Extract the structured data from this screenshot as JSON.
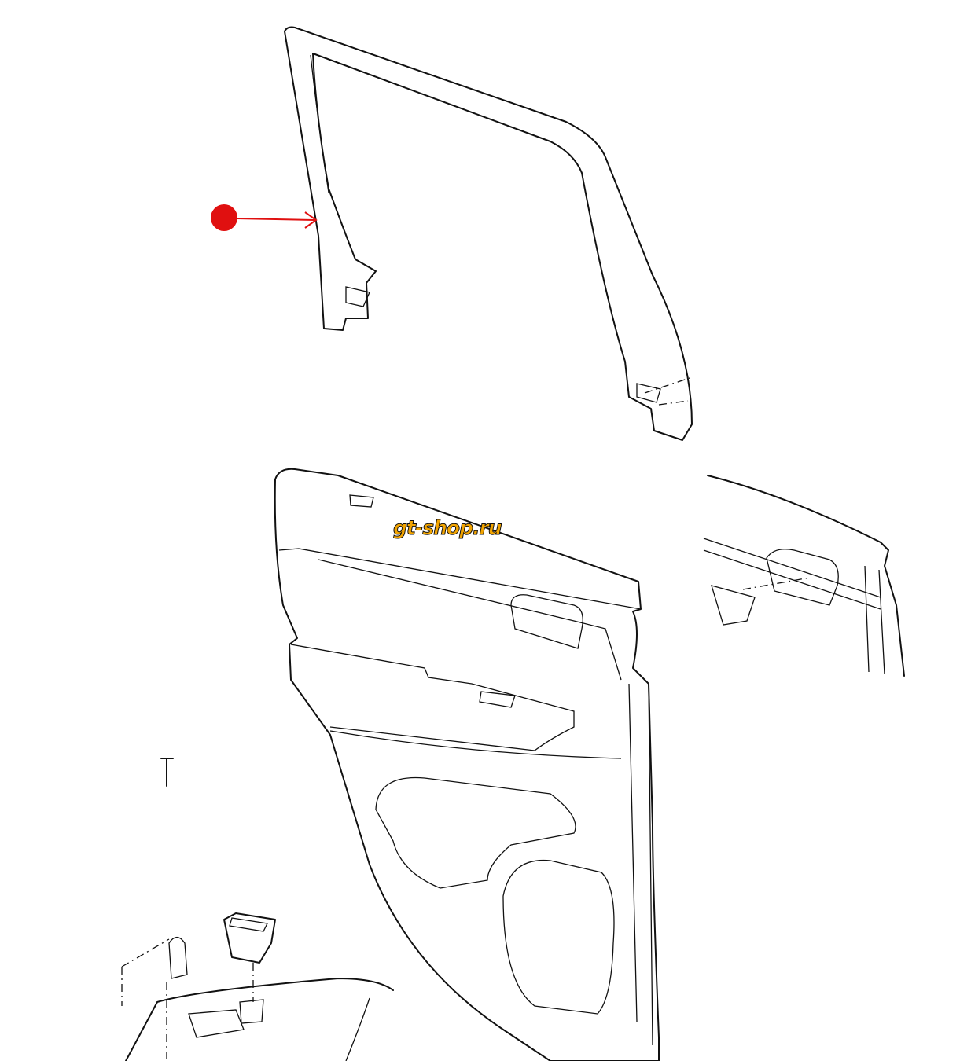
{
  "diagram": {
    "watermark": "gt-shop.ru",
    "callout_marker_color": "#e01010",
    "parts": [
      "window-frame-trim",
      "door-trim-panel",
      "door-handle-bezel-detail",
      "window-switch-detail"
    ]
  }
}
